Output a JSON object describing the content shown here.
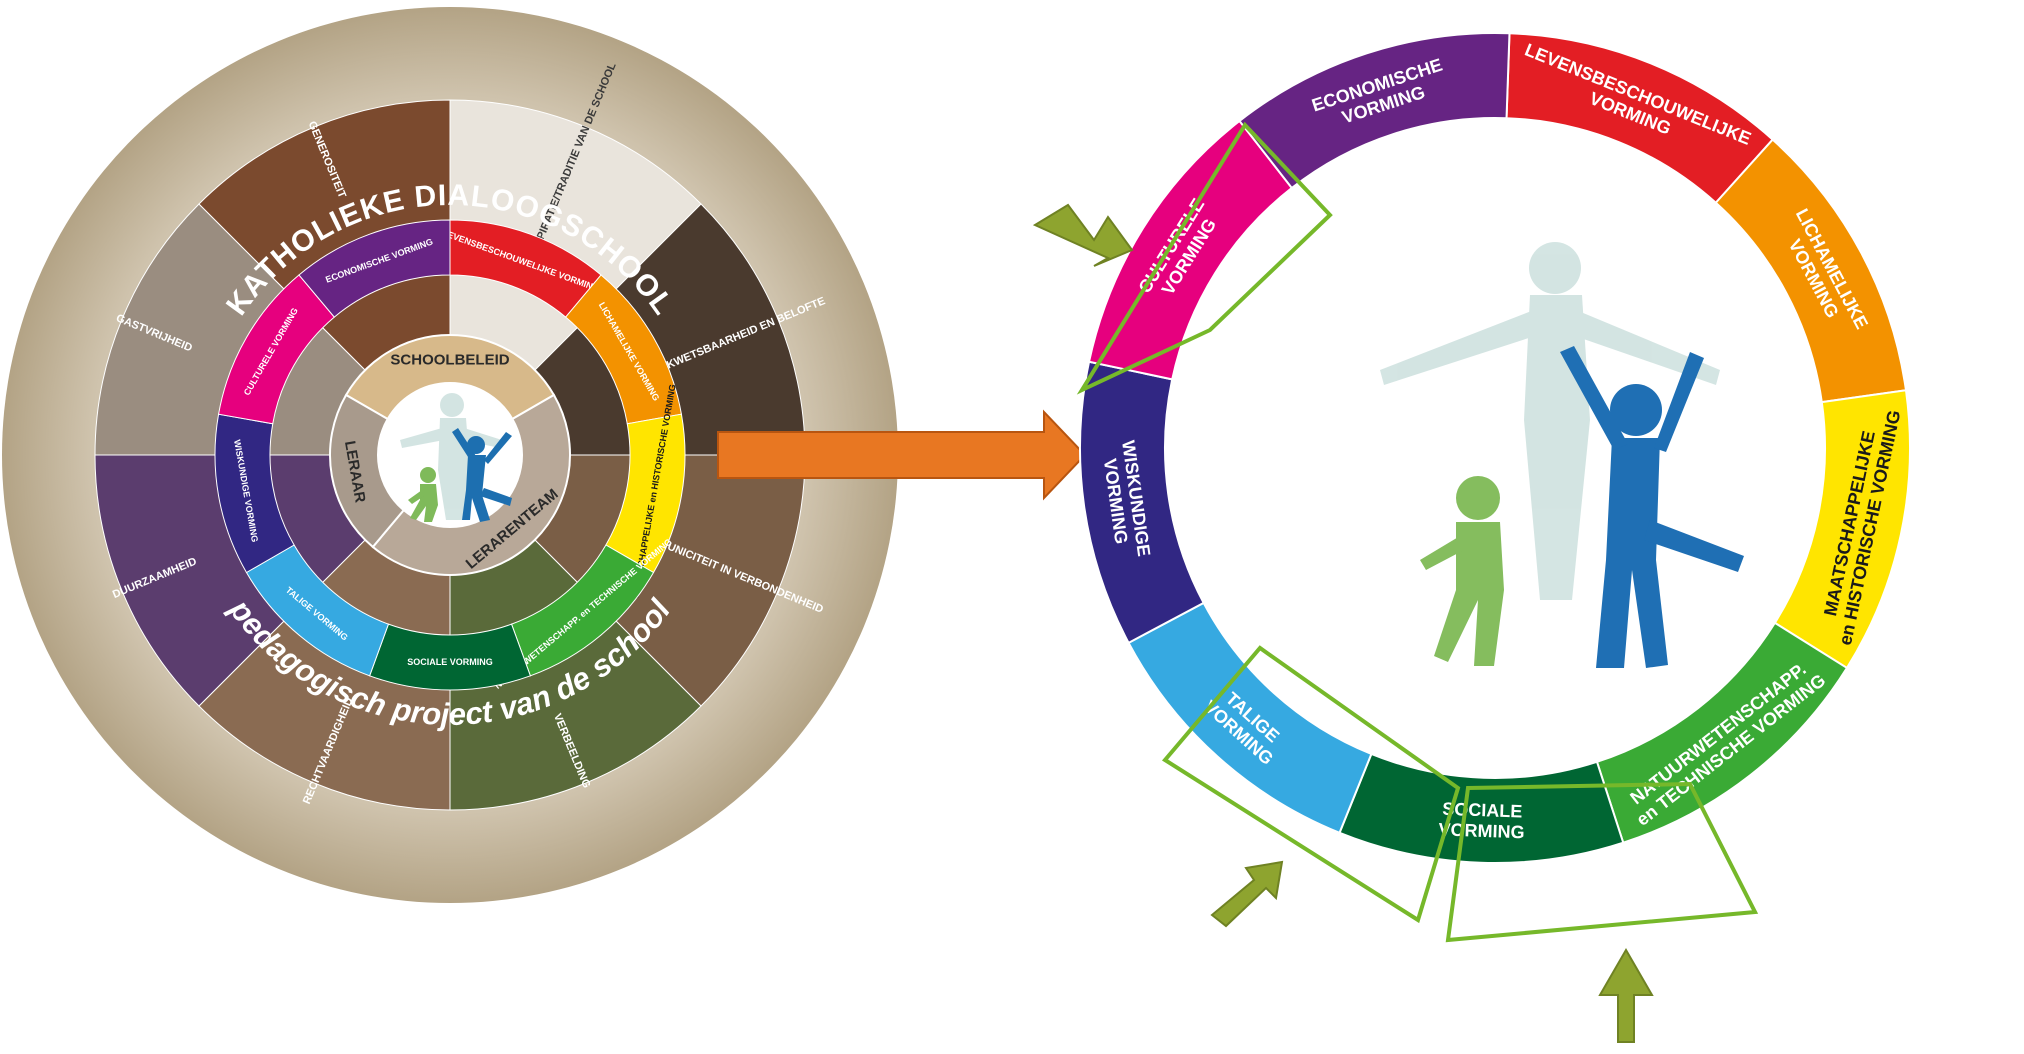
{
  "left_wheel": {
    "outer_top_title": "KATHOLIEKE DIALOOGSCHOOL",
    "outer_bottom_title": "pedagogisch project van de school",
    "photo_segments": [
      "INSPIRATIE/TRADITIE VAN DE SCHOOL",
      "KWETSBAARHEID EN BELOFTE",
      "UNICITEIT IN VERBONDENHEID",
      "VERBEELDING",
      "RECHTVAARDIGHEID",
      "DUURZAAMHEID",
      "GASTVRIJHEID",
      "GENEROSITEIT"
    ],
    "vorming_segments": [
      {
        "label": "LEVENSBESCHOUWELIJKE VORMING",
        "color": "#e31e24"
      },
      {
        "label": "LICHAMELIJKE VORMING",
        "color": "#f39200"
      },
      {
        "label": "MAATSCHAPPELIJKE en HISTORISCHE VORMING",
        "color": "#ffe500"
      },
      {
        "label": "NATUURWETENSCHAPP. en TECHNISCHE VORMING",
        "color": "#3aaa35"
      },
      {
        "label": "SOCIALE VORMING",
        "color": "#006633"
      },
      {
        "label": "TALIGE VORMING",
        "color": "#36a9e1"
      },
      {
        "label": "WISKUNDIGE VORMING",
        "color": "#312783"
      },
      {
        "label": "CULTURELE VORMING",
        "color": "#e6007e"
      },
      {
        "label": "ECONOMISCHE VORMING",
        "color": "#662483"
      }
    ],
    "inner_ring": [
      "SCHOOLBELEID",
      "LERARENTEAM",
      "LERAAR"
    ]
  },
  "right_wheel": {
    "segments": [
      {
        "line1": "LEVENSBESCHOUWELIJKE",
        "line2": "VORMING",
        "color": "#e31e24"
      },
      {
        "line1": "LICHAMELIJKE",
        "line2": "VORMING",
        "color": "#f39200"
      },
      {
        "line1": "MAATSCHAPPELIJKE",
        "line2": "en HISTORISCHE VORMING",
        "color": "#ffe500"
      },
      {
        "line1": "NATUURWETENSCHAPP.",
        "line2": "en TECHNISCHE VORMING",
        "color": "#3aaa35"
      },
      {
        "line1": "SOCIALE",
        "line2": "VORMING",
        "color": "#006633"
      },
      {
        "line1": "TALIGE",
        "line2": "VORMING",
        "color": "#36a9e1"
      },
      {
        "line1": "WISKUNDIGE",
        "line2": "VORMING",
        "color": "#312783"
      },
      {
        "line1": "CULTURELE",
        "line2": "VORMING",
        "color": "#e6007e"
      },
      {
        "line1": "ECONOMISCHE",
        "line2": "VORMING",
        "color": "#662483"
      }
    ],
    "highlighted": [
      "CULTURELE VORMING",
      "TALIGE VORMING",
      "SOCIALE VORMING"
    ]
  },
  "colors": {
    "arrow": "#e87722",
    "pointer": "#8ea42f",
    "highlight": "#76b82a",
    "outer_ring": "#c9bba5"
  }
}
